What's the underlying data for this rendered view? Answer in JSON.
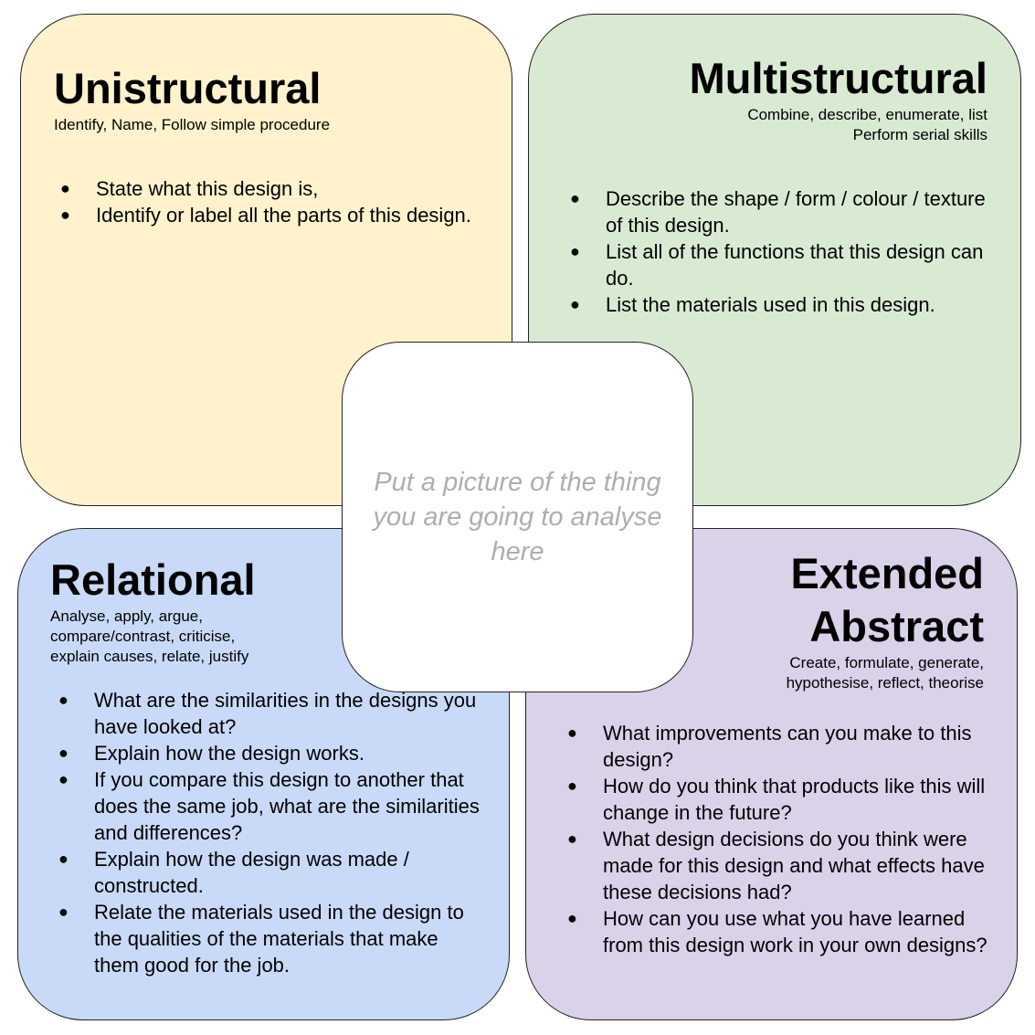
{
  "colors": {
    "unistructural": "#fff2cc",
    "multistructural": "#d9ead3",
    "relational": "#c9daf8",
    "extended_abstract": "#d9d2e9"
  },
  "unistructural": {
    "title": "Unistructural",
    "subtitle_lines": [
      "Identify, Name, Follow simple procedure"
    ],
    "points": [
      "State what this design is,",
      "Identify or label all the parts of this design."
    ]
  },
  "multistructural": {
    "title": "Multistructural",
    "subtitle_lines": [
      "Combine, describe, enumerate, list",
      "Perform serial skills"
    ],
    "points": [
      "Describe the shape / form / colour / texture of this design.",
      "List all of the functions that this design can do.",
      "List the materials used in this design."
    ]
  },
  "relational": {
    "title": "Relational",
    "subtitle_lines": [
      "Analyse, apply, argue,",
      "compare/contrast, criticise,",
      "explain causes, relate, justify"
    ],
    "points": [
      "What are the similarities in the designs you have looked at?",
      "Explain how the design works.",
      "If you compare this design to another that does the same job, what are the similarities and differences?",
      "Explain how the design was made / constructed.",
      "Relate the materials used in the design to the qualities of the materials that make them good for the job."
    ]
  },
  "extended_abstract": {
    "title_lines": [
      "Extended",
      "Abstract"
    ],
    "subtitle_lines": [
      "Create, formulate, generate,",
      "hypothesise, reflect, theorise"
    ],
    "points": [
      "What improvements can you make to this design?",
      "How do you think that products like this will change in the future?",
      "What design decisions do you think were made for this design and what effects have these decisions had?",
      "How can you use what you have learned from this design work in your own designs?"
    ]
  },
  "center": {
    "placeholder": "Put a picture of the thing you are going to analyse here"
  }
}
